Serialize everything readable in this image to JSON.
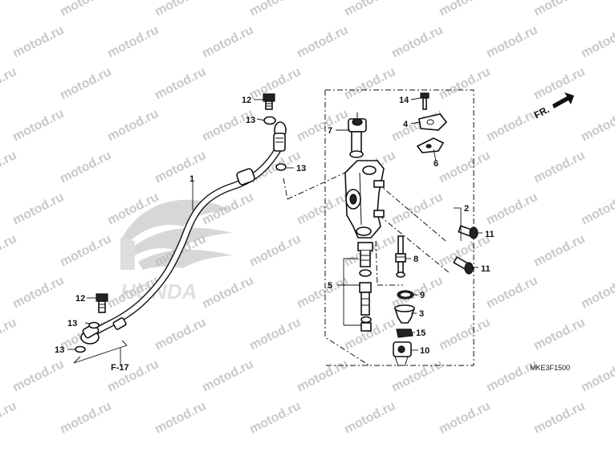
{
  "watermark": {
    "text": "motod.ru"
  },
  "logo": {
    "brand": "HONDA"
  },
  "direction": {
    "label": "FR."
  },
  "diagram_code": "MKE3F1500",
  "section_ref": "F-17",
  "callouts": {
    "c1": "1",
    "c2": "2",
    "c3": "3",
    "c4": "4",
    "c5": "5",
    "c6": "6",
    "c7": "7",
    "c8": "8",
    "c9": "9",
    "c10": "10",
    "c11a": "11",
    "c11b": "11",
    "c12a": "12",
    "c12b": "12",
    "c13a": "13",
    "c13b": "13",
    "c13c": "13",
    "c13d": "13",
    "c14": "14",
    "c15": "15"
  }
}
